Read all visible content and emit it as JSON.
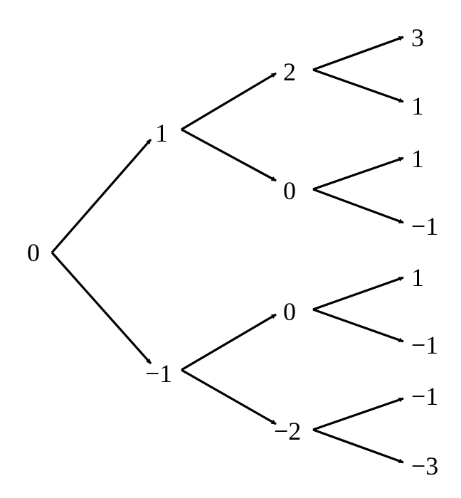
{
  "diagram": {
    "type": "binary-tree",
    "levels": [
      {
        "nodes": [
          {
            "id": "r",
            "label": "0"
          }
        ]
      },
      {
        "nodes": [
          {
            "id": "a",
            "label": "1"
          },
          {
            "id": "b",
            "label": "−1"
          }
        ]
      },
      {
        "nodes": [
          {
            "id": "aa",
            "label": "2"
          },
          {
            "id": "ab",
            "label": "0"
          },
          {
            "id": "ba",
            "label": "0"
          },
          {
            "id": "bb",
            "label": "−2"
          }
        ]
      },
      {
        "nodes": [
          {
            "id": "aaa",
            "label": "3"
          },
          {
            "id": "aab",
            "label": "1"
          },
          {
            "id": "aba",
            "label": "1"
          },
          {
            "id": "abb",
            "label": "−1"
          },
          {
            "id": "baa",
            "label": "1"
          },
          {
            "id": "bab",
            "label": "−1"
          },
          {
            "id": "bba",
            "label": "−1"
          },
          {
            "id": "bbb",
            "label": "−3"
          }
        ]
      }
    ],
    "edges": [
      [
        "r",
        "a"
      ],
      [
        "r",
        "b"
      ],
      [
        "a",
        "aa"
      ],
      [
        "a",
        "ab"
      ],
      [
        "b",
        "ba"
      ],
      [
        "b",
        "bb"
      ],
      [
        "aa",
        "aaa"
      ],
      [
        "aa",
        "aab"
      ],
      [
        "ab",
        "aba"
      ],
      [
        "ab",
        "abb"
      ],
      [
        "ba",
        "baa"
      ],
      [
        "ba",
        "bab"
      ],
      [
        "bb",
        "bba"
      ],
      [
        "bb",
        "bbb"
      ]
    ],
    "colors": {
      "ink": "#000000",
      "background": "#ffffff"
    }
  }
}
